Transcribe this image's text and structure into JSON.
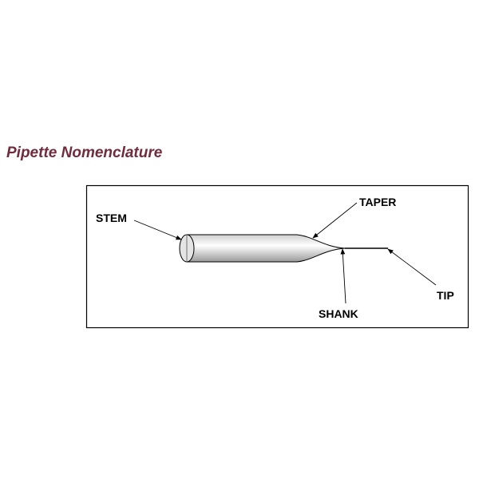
{
  "title": "Pipette Nomenclature",
  "labels": {
    "stem": "STEM",
    "taper": "TAPER",
    "shank": "SHANK",
    "tip": "TIP"
  },
  "colors": {
    "title": "#722b3c"
  }
}
